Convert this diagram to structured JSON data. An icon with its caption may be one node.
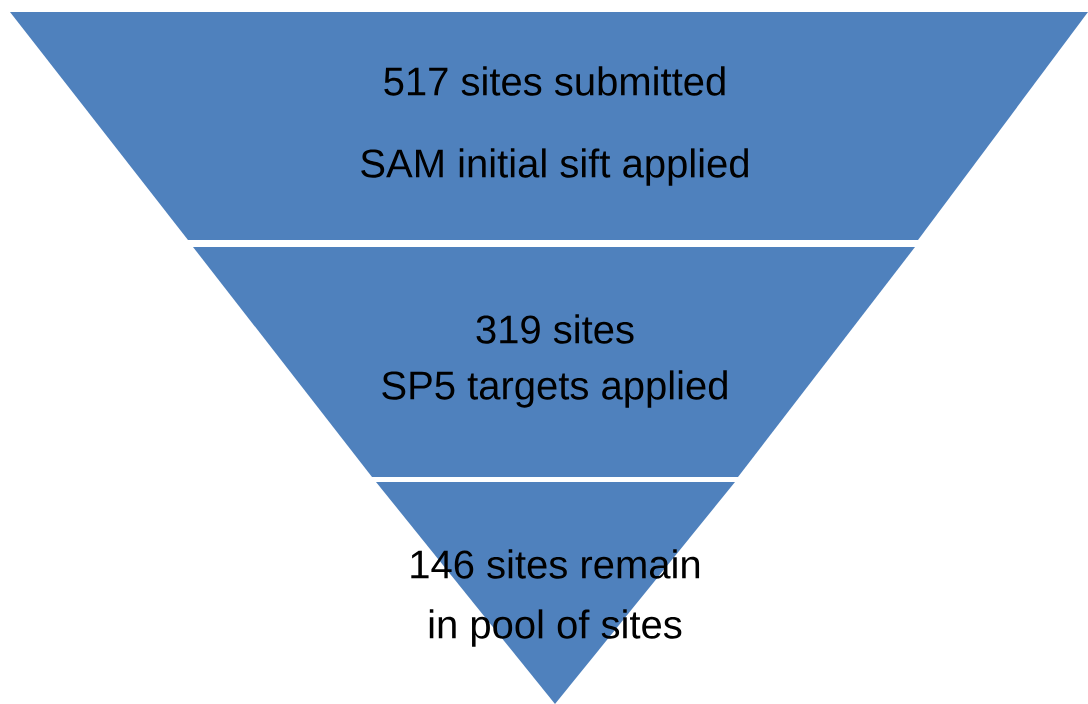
{
  "diagram": {
    "nodes": [
      {
        "text": [
          "517 sites submitted",
          "SAM initial sift applied"
        ]
      },
      {
        "text": [
          "319 sites",
          "SP5 targets applied"
        ]
      },
      {
        "text": [
          "146 sites remain",
          "in pool of sites"
        ]
      }
    ]
  }
}
